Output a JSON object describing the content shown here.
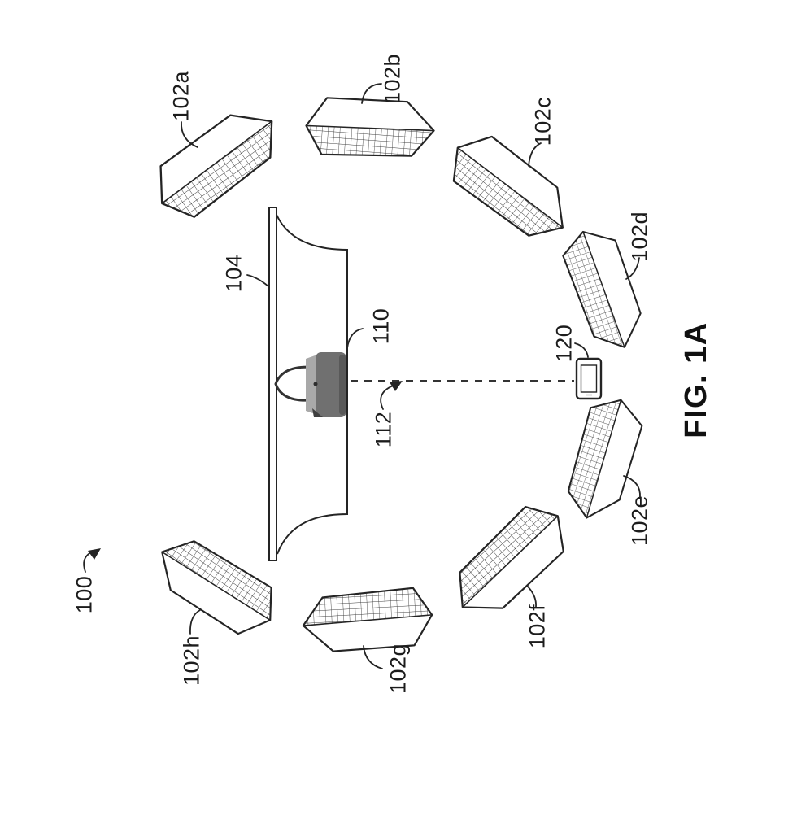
{
  "figure": {
    "caption": "FIG. 1A",
    "system_ref": "100"
  },
  "speakers": [
    {
      "ref": "102a"
    },
    {
      "ref": "102b"
    },
    {
      "ref": "102c"
    },
    {
      "ref": "102d"
    },
    {
      "ref": "102e"
    },
    {
      "ref": "102f"
    },
    {
      "ref": "102g"
    },
    {
      "ref": "102h"
    }
  ],
  "display_ref": "104",
  "playback_device_ref": "110",
  "axis_ref": "112",
  "control_device_ref": "120",
  "colors": {
    "line": "#242424",
    "device_back": "#707070",
    "device_edge": "#595959",
    "device_side": "#a9a9a9"
  }
}
